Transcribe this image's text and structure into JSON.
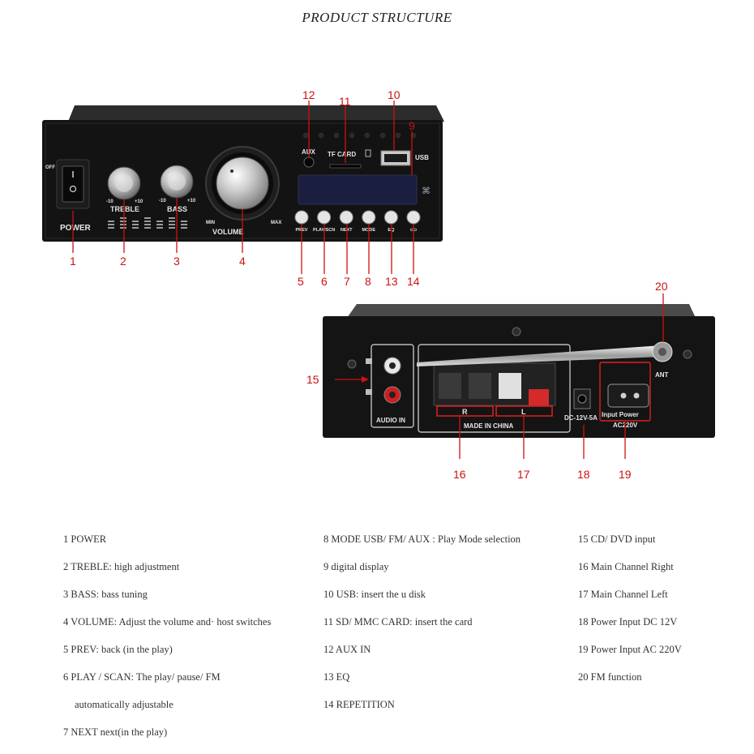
{
  "title": "PRODUCT STRUCTURE",
  "front_panel": {
    "labels": {
      "off": "OFF",
      "power": "POWER",
      "treble": "TREBLE",
      "bass": "BASS",
      "volume": "VOLUME",
      "min": "MIN",
      "max": "MAX",
      "minus10_a": "-10",
      "plus10_a": "+10",
      "minus10_b": "-10",
      "plus10_b": "+10",
      "aux": "AUX",
      "tf_card": "TF CARD",
      "usb": "USB"
    },
    "buttons": [
      "PREV",
      "PLAY/SCN",
      "NEXT",
      "MODE",
      "EQ",
      "⊂⊃"
    ]
  },
  "rear_panel": {
    "labels": {
      "audio_in": "AUDIO IN",
      "made_in_china": "MADE IN CHINA",
      "dc_rating": "DC-12V-5A",
      "input_power": "Input Power",
      "ac_rating": "AC220V",
      "ant": "ANT",
      "r": "R",
      "l": "L"
    }
  },
  "callouts": {
    "n1": "1",
    "n2": "2",
    "n3": "3",
    "n4": "4",
    "n5": "5",
    "n6": "6",
    "n7": "7",
    "n8": "8",
    "n9": "9",
    "n10": "10",
    "n11": "11",
    "n12": "12",
    "n13": "13",
    "n14": "14",
    "n15": "15",
    "n16": "16",
    "n17": "17",
    "n18": "18",
    "n19": "19",
    "n20": "20"
  },
  "legend": {
    "col_a": [
      "1 POWER",
      "2 TREBLE: high adjustment",
      "3 BASS: bass tuning",
      "4 VOLUME: Adjust the volume and· host switches",
      "5 PREV: back (in the play)",
      "6 PLAY / SCAN: The play/ pause/ FM",
      "automatically adjustable",
      "7 NEXT next(in the play)"
    ],
    "col_b": [
      "8 MODE USB/ FM/ AUX : Play Mode selection",
      "9 digital display",
      "10 USB: insert the u disk",
      "11 SD/ MMC CARD: insert the card",
      "12 AUX IN",
      "13 EQ",
      "14 REPETITION"
    ],
    "col_c": [
      "15 CD/ DVD input",
      "16 Main Channel Right",
      "17 Main Channel Left",
      "18 Power Input DC 12V",
      "19 Power Input AC 220V",
      "20 FM function"
    ]
  }
}
